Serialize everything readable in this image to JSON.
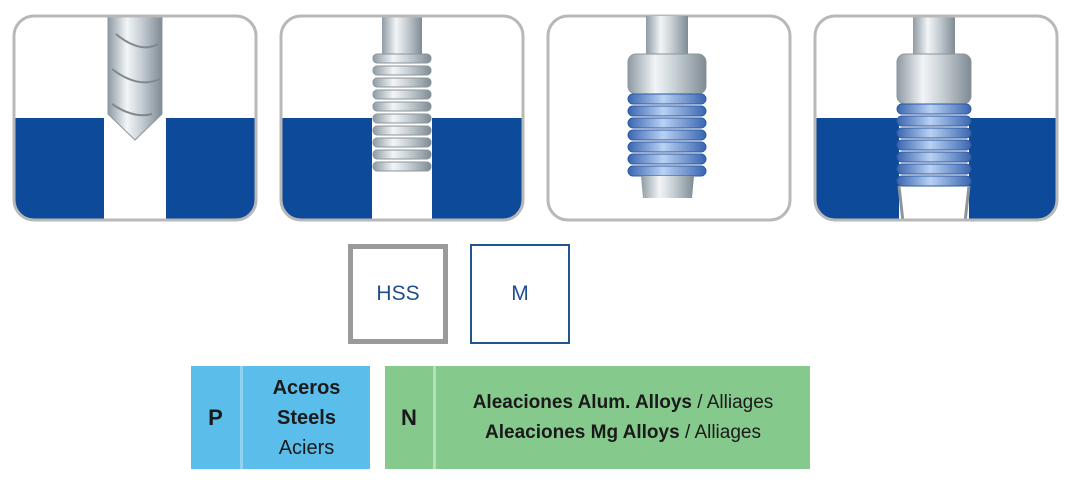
{
  "tool_codes": {
    "hss": "HSS",
    "m": "M"
  },
  "materials": {
    "p": {
      "letter": "P",
      "line1": "Aceros",
      "line2": "Steels",
      "line3": "Aciers"
    },
    "n": {
      "letter": "N",
      "row1_bold": "Aleaciones Alum. Alloys",
      "row1_normal": "/ Alliages",
      "row2_bold": "Aleaciones Mg Alloys",
      "row2_normal": "/ Alliages"
    }
  },
  "colors": {
    "workpiece_blue": "#0d4a9a",
    "panel_border": "#b8b8b8",
    "material_p": "#5bbde9",
    "material_n": "#86c98c",
    "thread_blue": "#5d8fd6"
  }
}
